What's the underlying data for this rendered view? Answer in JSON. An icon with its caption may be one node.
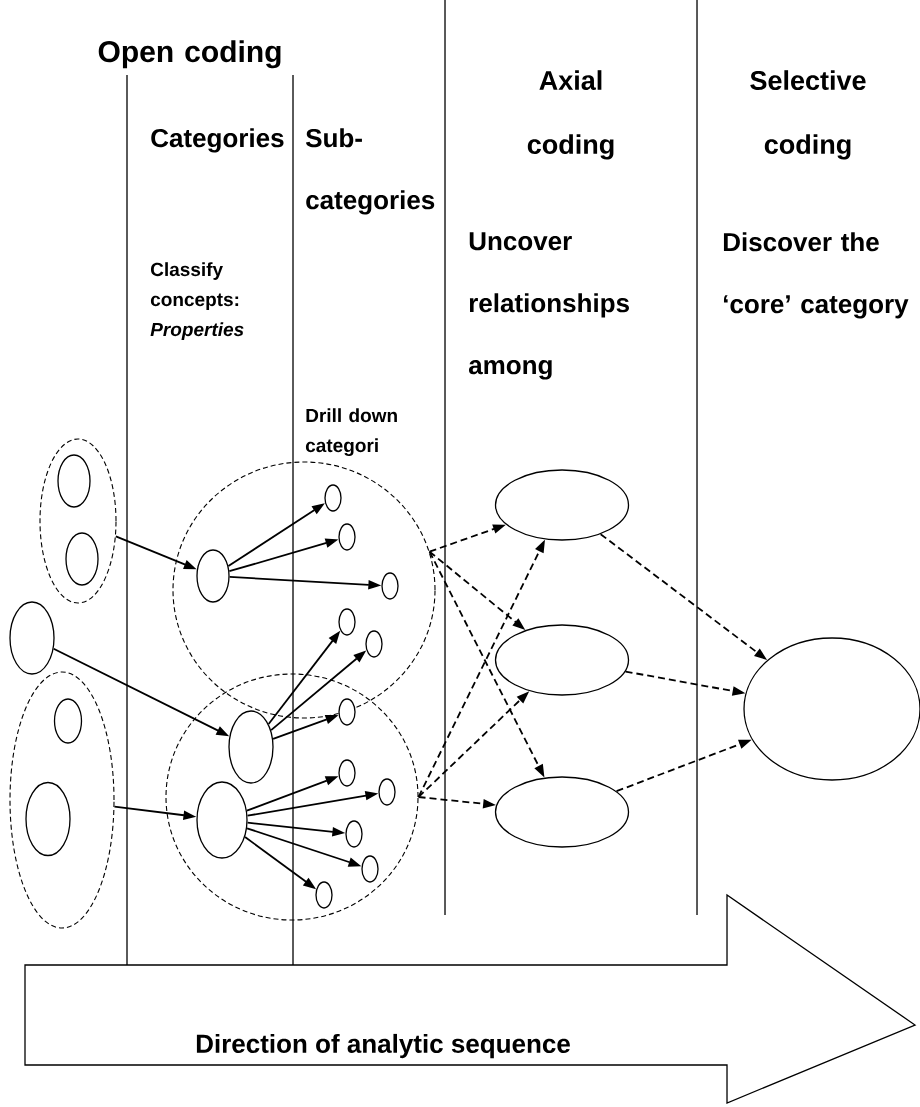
{
  "diagram": {
    "nodes": [
      {
        "text": [],
        "shape": "circle"
      },
      {
        "text": [],
        "shape": "circle",
        "in": 0
      },
      {
        "text": [],
        "shape": "circle",
        "in": 0
      },
      {
        "text": [],
        "shape": "circle"
      },
      {
        "text": [],
        "shape": "circle"
      },
      {
        "text": [],
        "shape": "circle",
        "in": 4
      },
      {
        "text": [],
        "shape": "circle",
        "in": 4
      },
      {
        "text": [],
        "shape": "circle"
      },
      {
        "text": [],
        "shape": "circle",
        "in": 7
      },
      {
        "text": [],
        "shape": "circle",
        "in": 7
      },
      {
        "text": [],
        "shape": "circle",
        "in": 7
      },
      {
        "text": [],
        "shape": "circle",
        "in": 7
      },
      {
        "text": [],
        "shape": "circle",
        "in": 7
      },
      {
        "text": [],
        "shape": "circle",
        "in": 7
      },
      {
        "text": [],
        "shape": "circle"
      },
      {
        "text": [],
        "shape": "circle",
        "in": 14
      },
      {
        "text": [],
        "shape": "circle",
        "in": 14
      },
      {
        "text": [],
        "shape": "circle",
        "in": 14
      },
      {
        "text": [],
        "shape": "circle",
        "in": 14
      },
      {
        "text": [],
        "shape": "circle",
        "in": 14
      },
      {
        "text": [],
        "shape": "circle",
        "in": 14
      },
      {
        "text": [],
        "shape": "circle",
        "in": 14
      },
      {
        "text": [],
        "shape": "circle",
        "in": 14
      },
      {
        "text": [],
        "shape": "circle"
      },
      {
        "text": [],
        "shape": "circle"
      },
      {
        "text": [],
        "shape": "circle"
      },
      {
        "text": [],
        "shape": "circle"
      },
      {
        "text": [
          "Direction of analytic sequence"
        ]
      }
    ],
    "edges": [
      {
        "from": 0,
        "to": 8,
        "arrow": "to"
      },
      {
        "from": 3,
        "to": 16,
        "arrow": "to"
      },
      {
        "from": 4,
        "to": 17,
        "arrow": "to"
      },
      {
        "from": 8,
        "to": 9,
        "arrow": "to"
      },
      {
        "from": 8,
        "to": 10,
        "arrow": "to"
      },
      {
        "from": 8,
        "to": 11,
        "arrow": "to"
      },
      {
        "from": 16,
        "to": 12,
        "arrow": "to"
      },
      {
        "from": 16,
        "to": 13,
        "arrow": "to"
      },
      {
        "from": 16,
        "to": 15,
        "arrow": "to"
      },
      {
        "from": 17,
        "to": 18,
        "arrow": "to"
      },
      {
        "from": 17,
        "to": 19,
        "arrow": "to"
      },
      {
        "from": 17,
        "to": 20,
        "arrow": "to"
      },
      {
        "from": 17,
        "to": 21,
        "arrow": "to"
      },
      {
        "from": 17,
        "to": 22,
        "arrow": "to"
      },
      {
        "from": 7,
        "to": 23,
        "arrow": "to",
        "style": "dashed"
      },
      {
        "from": 7,
        "to": 24,
        "arrow": "to",
        "style": "dashed"
      },
      {
        "from": 7,
        "to": 25,
        "arrow": "to",
        "style": "dashed"
      },
      {
        "from": 14,
        "to": 23,
        "arrow": "to",
        "style": "dashed"
      },
      {
        "from": 14,
        "to": 24,
        "arrow": "to",
        "style": "dashed"
      },
      {
        "from": 14,
        "to": 25,
        "arrow": "to",
        "style": "dashed"
      },
      {
        "from": 23,
        "to": 26,
        "arrow": "to",
        "style": "dashed"
      },
      {
        "from": 24,
        "to": 26,
        "arrow": "to",
        "style": "dashed"
      },
      {
        "from": 25,
        "to": 26,
        "arrow": "to",
        "style": "dashed"
      }
    ],
    "labels": [
      "Open coding",
      "Categories",
      "Classify concepts: *Properties*",
      "Sub-categories",
      "Drill down categori",
      "Axial coding",
      "Uncover relationships among",
      "Selective coding",
      "Discover the ‘core’ category"
    ]
  }
}
